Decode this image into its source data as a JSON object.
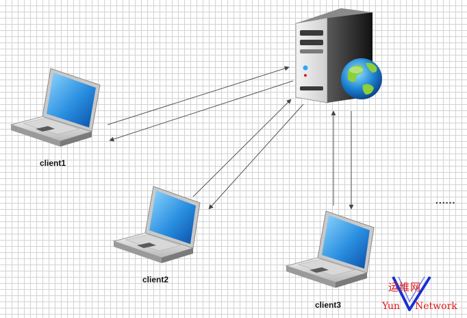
{
  "nodes": {
    "server": {
      "name": "server"
    },
    "client1": {
      "label": "client1"
    },
    "client2": {
      "label": "client2"
    },
    "client3": {
      "label": "client3"
    }
  },
  "more_clients": "......",
  "watermark": {
    "cn": "运维网",
    "en_left": "Yun",
    "en_right": "Network",
    "color": "#e01818"
  }
}
